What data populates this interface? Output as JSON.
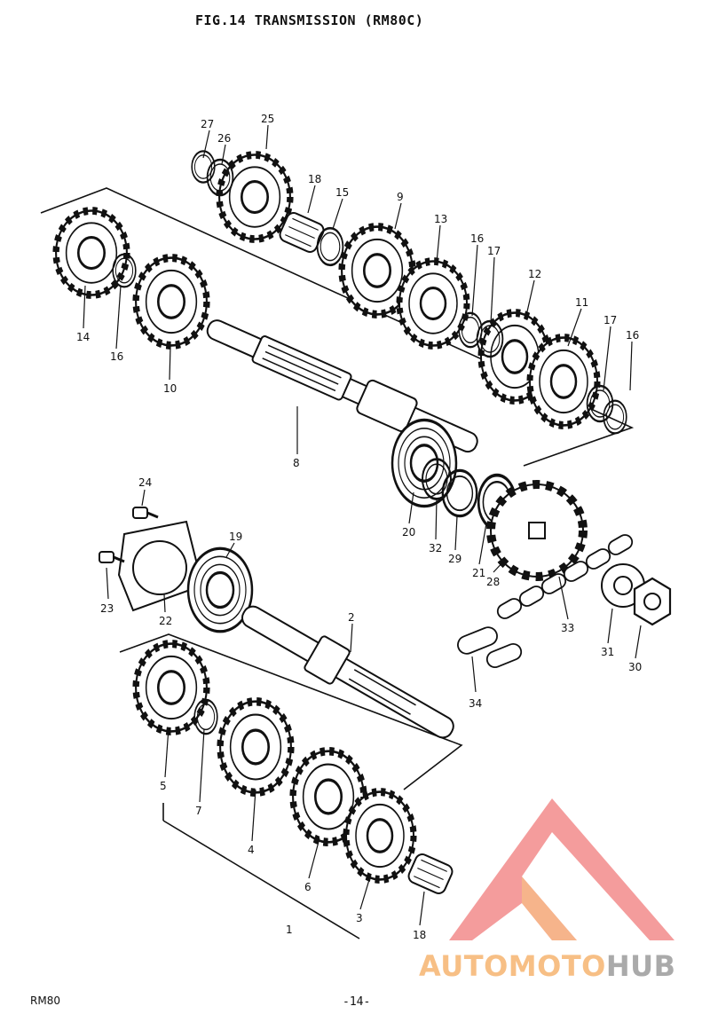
{
  "page": {
    "title": "FIG.14  TRANSMISSION (RM80C)",
    "model": "RM80",
    "page_number": "-14-"
  },
  "callouts": {
    "c1": "1",
    "c2": "2",
    "c3": "3",
    "c4": "4",
    "c5": "5",
    "c6": "6",
    "c7": "7",
    "c8": "8",
    "c9": "9",
    "c10": "10",
    "c11": "11",
    "c12": "12",
    "c13": "13",
    "c14": "14",
    "c15": "15",
    "c16a": "16",
    "c16b": "16",
    "c16c": "16",
    "c17a": "17",
    "c17b": "17",
    "c18a": "18",
    "c18b": "18",
    "c19": "19",
    "c20": "20",
    "c21": "21",
    "c22": "22",
    "c23": "23",
    "c24": "24",
    "c25": "25",
    "c26": "26",
    "c27": "27",
    "c28": "28",
    "c29": "29",
    "c30": "30",
    "c31": "31",
    "c32": "32",
    "c33": "33",
    "c34": "34"
  },
  "watermark": {
    "part1": "AUTOMOTO",
    "part2": "HUB",
    "colors": {
      "primary": "#f28b8b",
      "light": "#f7bf85",
      "gray": "#aaaaaa"
    }
  }
}
